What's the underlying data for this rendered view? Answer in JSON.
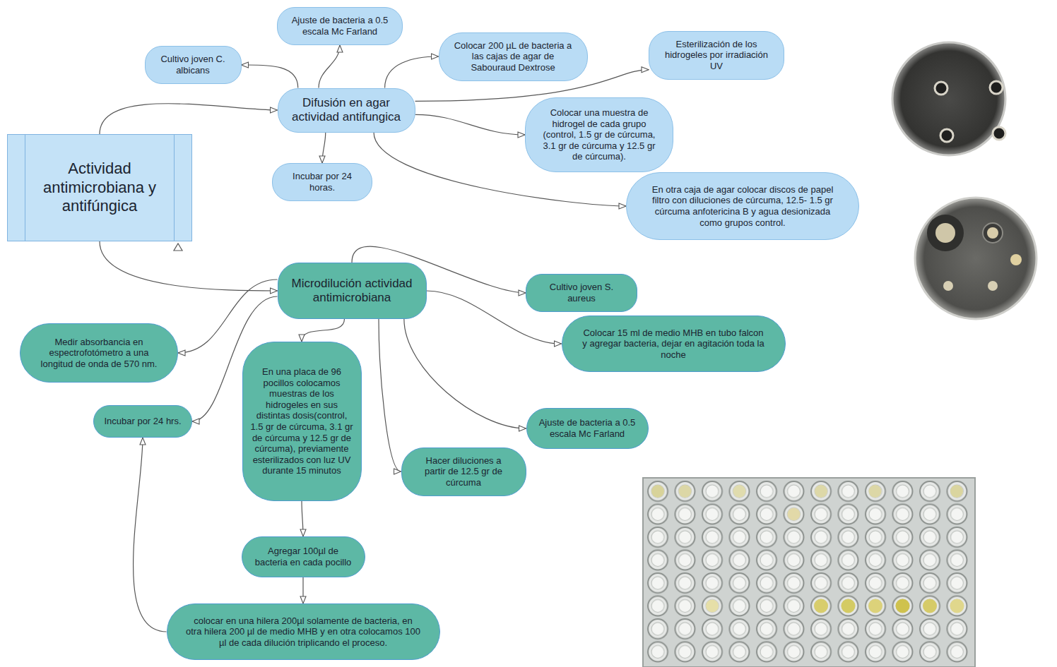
{
  "diagram": {
    "nodes": [
      {
        "text": [
          "Actividad antimicrobiana y antifúngica"
        ]
      },
      {
        "text": [
          "Difusión en agar actividad antifungica"
        ]
      },
      {
        "text": [
          "Cultivo joven C. albicans"
        ]
      },
      {
        "text": [
          "Ajuste de bacteria a 0.5 escala Mc Farland"
        ]
      },
      {
        "text": [
          "Colocar 200 µL de bacteria a las cajas de agar de Sabouraud Dextrose"
        ]
      },
      {
        "text": [
          "Esterilización de los hidrogeles por irradiación UV"
        ]
      },
      {
        "text": [
          "Colocar una muestra de hidrogel de cada grupo (control, 1.5 gr de cúrcuma, 3.1 gr de cúrcuma y 12.5 gr de cúrcuma)."
        ]
      },
      {
        "text": [
          "Incubar por 24 horas."
        ]
      },
      {
        "text": [
          "En otra caja de agar colocar discos de papel filtro con diluciones de cúrcuma, 12.5- 1.5 gr cúrcuma anfotericina B y agua desionizada como grupos control."
        ]
      },
      {
        "text": [
          "Microdilución actividad antimicrobiana"
        ]
      },
      {
        "text": [
          "Cultivo joven S. aureus"
        ]
      },
      {
        "text": [
          "Colocar 15 ml de medio MHB en tubo falcon y agregar bacteria, dejar en agitación toda la noche"
        ]
      },
      {
        "text": [
          "Ajuste de bacteria a 0.5 escala Mc Farland"
        ]
      },
      {
        "text": [
          "Hacer diluciones a partir de 12.5 gr de cúrcuma"
        ]
      },
      {
        "text": [
          "En una placa de 96 pocillos colocamos muestras de los hidrogeles en sus distintas dosis(control, 1.5 gr de cúrcuma, 3.1 gr de cúrcuma y 12.5 gr de cúrcuma), previamente esterilizados con luz UV durante 15 minutos"
        ]
      },
      {
        "text": [
          "Agregar 100µl de bacteria en cada pocillo"
        ]
      },
      {
        "text": [
          "colocar en una hilera 200µl solamente de bacteria, en otra hilera 200 µl de medio MHB y en otra colocamos 100 µl de cada dilución triplicando el proceso."
        ]
      },
      {
        "text": [
          "Incubar por 24 hrs."
        ]
      },
      {
        "text": [
          "Medir absorbancia en espectrofotómetro a una longitud de onda de 570 nm."
        ]
      }
    ],
    "edges": [
      {
        "from": 0,
        "to": 1,
        "arrow": "to"
      },
      {
        "from": 0,
        "to": 9,
        "arrow": "to"
      },
      {
        "from": 1,
        "to": 2,
        "arrow": "to"
      },
      {
        "from": 1,
        "to": 3,
        "arrow": "to"
      },
      {
        "from": 1,
        "to": 4,
        "arrow": "to"
      },
      {
        "from": 1,
        "to": 5,
        "arrow": "to"
      },
      {
        "from": 1,
        "to": 6,
        "arrow": "to"
      },
      {
        "from": 1,
        "to": 7,
        "arrow": "to"
      },
      {
        "from": 1,
        "to": 8,
        "arrow": "to"
      },
      {
        "from": 9,
        "to": 10,
        "arrow": "to"
      },
      {
        "from": 9,
        "to": 11,
        "arrow": "to"
      },
      {
        "from": 9,
        "to": 12,
        "arrow": "to"
      },
      {
        "from": 9,
        "to": 13,
        "arrow": "to"
      },
      {
        "from": 9,
        "to": 14,
        "arrow": "to"
      },
      {
        "from": 9,
        "to": 17,
        "arrow": "to"
      },
      {
        "from": 9,
        "to": 18,
        "arrow": "to"
      },
      {
        "from": 14,
        "to": 15,
        "arrow": "to"
      },
      {
        "from": 15,
        "to": 16,
        "arrow": "to"
      },
      {
        "from": 16,
        "to": 17,
        "arrow": "to"
      }
    ]
  }
}
